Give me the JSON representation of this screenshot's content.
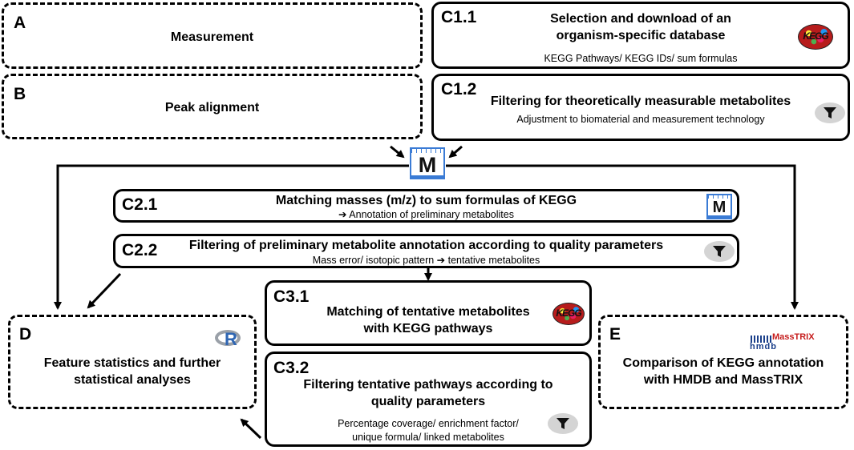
{
  "boxes": {
    "a": {
      "tag": "A",
      "title": "Measurement"
    },
    "b": {
      "tag": "B",
      "title": "Peak alignment"
    },
    "c11": {
      "tag": "C1.1",
      "title_line1": "Selection and download of an",
      "title_line2": "organism-specific database",
      "subtitle": "KEGG Pathways/ KEGG IDs/  sum formulas"
    },
    "c12": {
      "tag": "C1.2",
      "title": "Filtering for theoretically measurable metabolites",
      "subtitle": "Adjustment to biomaterial and measurement technology"
    },
    "c21": {
      "tag": "C2.1",
      "title": "Matching masses (m/z) to sum formulas of KEGG",
      "subtitle": "➔ Annotation of preliminary metabolites"
    },
    "c22": {
      "tag": "C2.2",
      "title": "Filtering of preliminary metabolite annotation according to quality parameters",
      "subtitle": "Mass error/ isotopic pattern ➔ tentative metabolites"
    },
    "c31": {
      "tag": "C3.1",
      "title_line1": "Matching of tentative metabolites",
      "title_line2": "with KEGG pathways"
    },
    "c32": {
      "tag": "C3.2",
      "title_line1": "Filtering tentative pathways according to",
      "title_line2": "quality parameters",
      "subtitle_line1": "Percentage coverage/ enrichment factor/",
      "subtitle_line2": "unique formula/ linked metabolites"
    },
    "d": {
      "tag": "D",
      "title_line1": "Feature statistics and further",
      "title_line2": "statistical analyses"
    },
    "e": {
      "tag": "E",
      "title_line1": "Comparison of KEGG annotation",
      "title_line2": "with HMDB and MassTRIX"
    }
  },
  "icons": {
    "kegg_logo_text": "KEGG",
    "metaboanalyst_letter": "M",
    "r_letter": "R",
    "hmdb_text": "hmdb",
    "masstrix_text": "MassTRIX",
    "funnel": "filter-funnel-icon"
  },
  "colors": {
    "border": "#000000",
    "icon_blue": "#3a7bd5",
    "masstrix_red": "#c61d1d",
    "r_blue": "#2f66b3"
  }
}
